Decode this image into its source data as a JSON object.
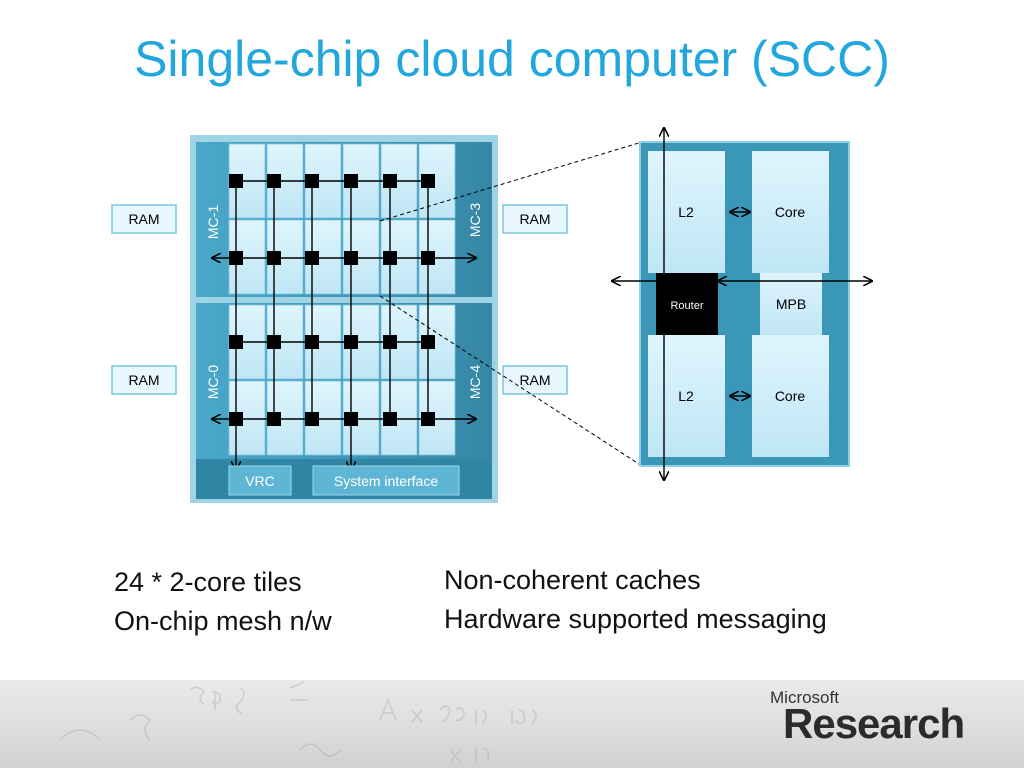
{
  "title": "Single-chip cloud computer (SCC)",
  "chip": {
    "memory_controllers": {
      "mc1": "MC-1",
      "mc3": "MC-3",
      "mc0": "MC-0",
      "mc4": "MC-4"
    },
    "ram_label": "RAM",
    "vrc": "VRC",
    "system_interface": "System interface"
  },
  "tile": {
    "l2_top": "L2",
    "core_top": "Core",
    "router": "Router",
    "mpb": "MPB",
    "l2_bottom": "L2",
    "core_bottom": "Core"
  },
  "bullets_left": [
    "24 * 2-core tiles",
    "On-chip mesh n/w"
  ],
  "bullets_right": [
    "Non-coherent caches",
    "Hardware supported messaging"
  ],
  "logo": {
    "small": "Microsoft",
    "big": "Research"
  },
  "colors": {
    "title": "#21a7de",
    "chip_bg": "#3a97b8",
    "cell": "#cfeefa",
    "router_box": "#000000"
  }
}
